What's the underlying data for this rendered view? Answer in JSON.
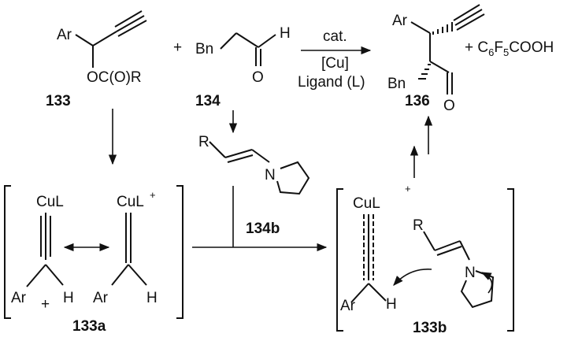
{
  "reactant_133": {
    "ar_label": "Ar",
    "ester_label": "OC(O)R",
    "number": "133"
  },
  "plus_sign": "+",
  "reactant_134": {
    "bn_label": "Bn",
    "h_label": "H",
    "o_label": "O",
    "number": "134"
  },
  "reaction_conditions": {
    "catalyst": "cat.",
    "copper": "[Cu]",
    "ligand": "Ligand (L)"
  },
  "product_136": {
    "ar_label": "Ar",
    "bn_label": "Bn",
    "o_label": "O",
    "number": "136"
  },
  "byproduct": {
    "prefix": "+ C",
    "subscript_1": "6",
    "middle": "F",
    "subscript_2": "5",
    "suffix": "COOH"
  },
  "enamine_134b": {
    "r_label": "R",
    "n_label": "N",
    "number": "134b"
  },
  "intermediate_133a": {
    "culigand_top": "CuL",
    "culigand_plus": "CuL",
    "plus_charge": "+",
    "ar_left": "Ar",
    "ar_right": "Ar",
    "h_left": "H",
    "h_right": "H",
    "number": "133a"
  },
  "intermediate_133b": {
    "culigand": "CuL",
    "plus_charge": "+",
    "ar_label": "Ar",
    "h_label": "H",
    "r_label": "R",
    "n_label": "N",
    "number": "133b"
  }
}
